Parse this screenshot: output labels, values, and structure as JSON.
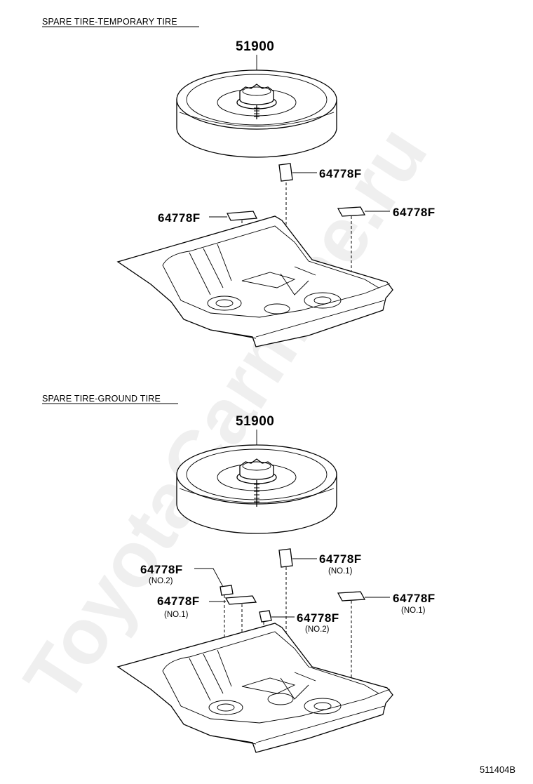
{
  "watermark": "ToyotaCarmine.ru",
  "sections": [
    {
      "title": "SPARE TIRE-TEMPORARY TIRE",
      "tire_part": "51900",
      "labels": [
        {
          "part": "64778F",
          "sub": ""
        },
        {
          "part": "64778F",
          "sub": ""
        },
        {
          "part": "64778F",
          "sub": ""
        }
      ]
    },
    {
      "title": "SPARE TIRE-GROUND TIRE",
      "tire_part": "51900",
      "labels": [
        {
          "part": "64778F",
          "sub": "(NO.2)"
        },
        {
          "part": "64778F",
          "sub": "(NO.1)"
        },
        {
          "part": "64778F",
          "sub": "(NO.1)"
        },
        {
          "part": "64778F",
          "sub": "(NO.2)"
        },
        {
          "part": "64778F",
          "sub": "(NO.1)"
        }
      ]
    }
  ],
  "figure_code": "511404B"
}
